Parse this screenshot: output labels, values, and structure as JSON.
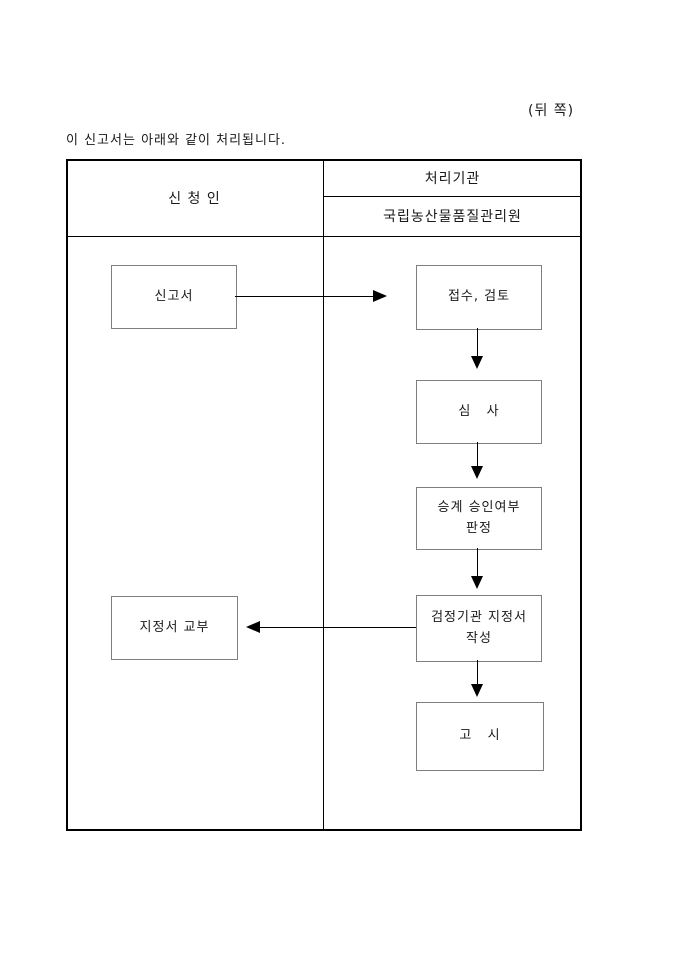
{
  "page": {
    "side_note": "(뒤 쪽)",
    "intro_text": "이 신고서는 아래와 같이 처리됩니다."
  },
  "table": {
    "applicant_header": "신 청 인",
    "agency_header": "처리기관",
    "agency_name": "국립농산물품질관리원"
  },
  "flowchart": {
    "report": "신고서",
    "receipt_review": "접수, 검토",
    "examination": "심   사",
    "succession_line1": "승계 승인여부",
    "succession_line2": "판정",
    "draft_line1": "검정기관 지정서",
    "draft_line2": "작성",
    "issue": "지정서 교부",
    "notice": "고   시"
  }
}
